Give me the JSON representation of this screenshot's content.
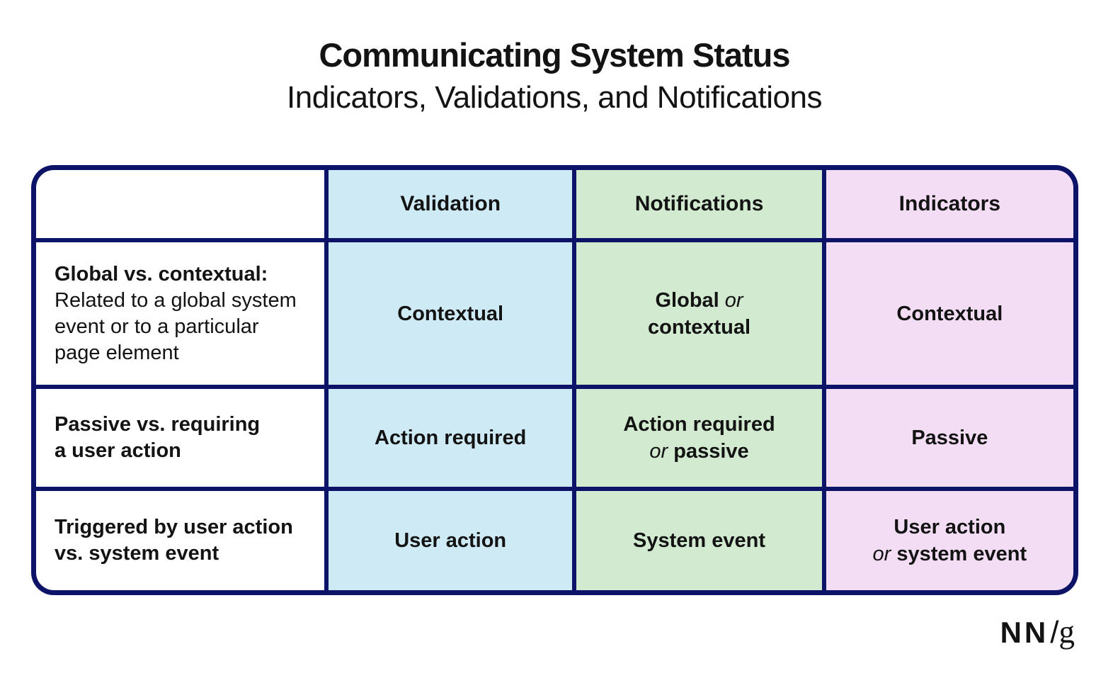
{
  "title": "Communicating System Status",
  "subtitle": "Indicators, Validations, and Notifications",
  "header": {
    "corner": "",
    "validation": "Validation",
    "notifications": "Notifications",
    "indicators": "Indicators"
  },
  "rows": [
    {
      "label": [
        [
          {
            "t": "Global vs. contextual:",
            "b": true
          }
        ],
        [
          {
            "t": "Related to a global system"
          }
        ],
        [
          {
            "t": "event or to a particular"
          }
        ],
        [
          {
            "t": "page element"
          }
        ]
      ],
      "validation": [
        [
          {
            "t": "Contextual",
            "b": true
          }
        ]
      ],
      "notifications": [
        [
          {
            "t": "Global",
            "b": true
          },
          {
            "t": " or",
            "i": true
          }
        ],
        [
          {
            "t": "contextual",
            "b": true
          }
        ]
      ],
      "indicators": [
        [
          {
            "t": "Contextual",
            "b": true
          }
        ]
      ]
    },
    {
      "label": [
        [
          {
            "t": "Passive vs. requiring",
            "b": true
          }
        ],
        [
          {
            "t": "a user action",
            "b": true
          }
        ]
      ],
      "validation": [
        [
          {
            "t": "Action required",
            "b": true
          }
        ]
      ],
      "notifications": [
        [
          {
            "t": "Action required",
            "b": true
          }
        ],
        [
          {
            "t": "or ",
            "i": true
          },
          {
            "t": "passive",
            "b": true
          }
        ]
      ],
      "indicators": [
        [
          {
            "t": "Passive",
            "b": true
          }
        ]
      ]
    },
    {
      "label": [
        [
          {
            "t": "Triggered by user action",
            "b": true
          }
        ],
        [
          {
            "t": "vs. system event",
            "b": true
          }
        ]
      ],
      "validation": [
        [
          {
            "t": "User action",
            "b": true
          }
        ]
      ],
      "notifications": [
        [
          {
            "t": "System event",
            "b": true
          }
        ]
      ],
      "indicators": [
        [
          {
            "t": "User action",
            "b": true
          }
        ],
        [
          {
            "t": "or ",
            "i": true
          },
          {
            "t": "system event",
            "b": true
          }
        ]
      ]
    }
  ],
  "logo": {
    "nn": "NN",
    "slash": "/",
    "g": "g"
  },
  "colors": {
    "border_navy": "#0d1468",
    "validation_bg": "#cdeaf5",
    "notifications_bg": "#d2ebd0",
    "indicators_bg": "#f2ddf4",
    "text": "#131313",
    "page_bg": "#ffffff"
  }
}
